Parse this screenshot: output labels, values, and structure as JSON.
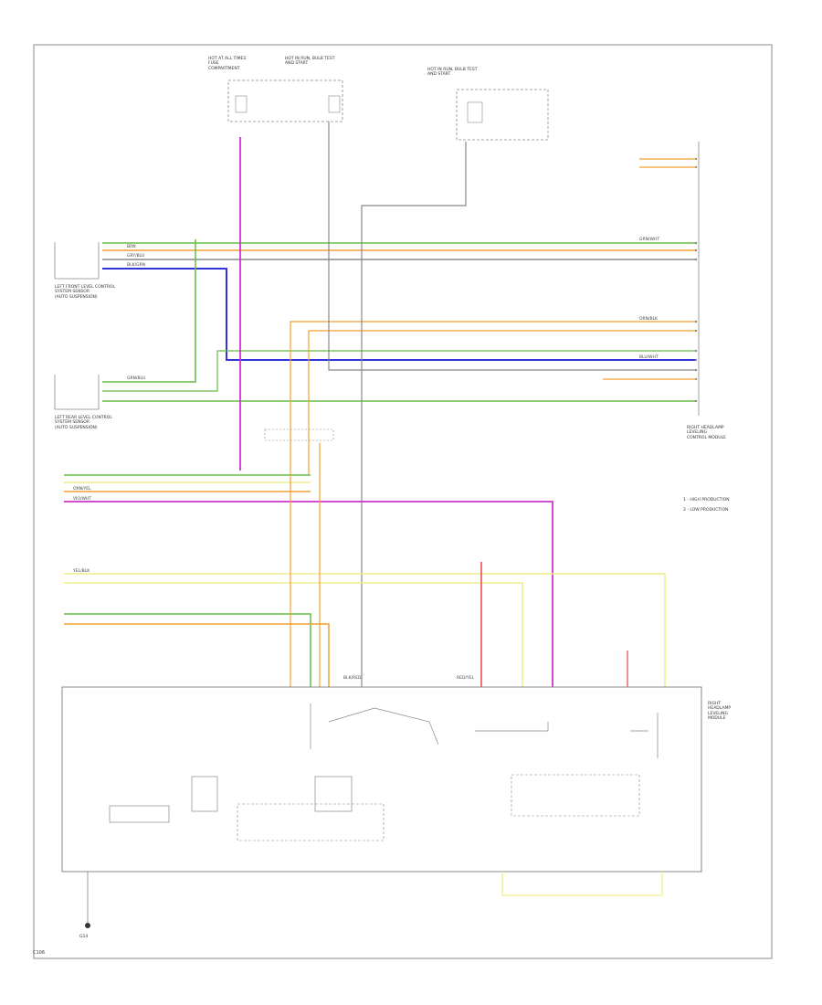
{
  "diagram": {
    "border_color": "#888888",
    "wire_colors": {
      "violet": "#cc33cc",
      "gray": "#888888",
      "orange": "#f0a030",
      "green": "#66bb44",
      "blue": "#3333dd",
      "yellow": "#eeee88",
      "red": "#ee4444",
      "dark": "#555555"
    },
    "labels": {
      "fuse_a": "HOT AT ALL TIMES\nFUSE\nCOMPARTMENT",
      "fuse_b": "HOT IN RUN, BULB TEST\nAND START",
      "fuse_c": "HOT IN RUN, BULB TEST\nAND START",
      "front_left_sensor": "LEFT FRONT LEVEL CONTROL\nSYSTEM SENSOR\n(AUTO SUSPENSION)",
      "rear_left_sensor": "LEFT REAR LEVEL CONTROL\nSYSTEM SENSOR\n(AUTO SUSPENSION)",
      "right_connector": "RIGHT HEADLAMP\nLEVELING\nCONTROL MODULE",
      "note_1": "1 - HIGH PRODUCTION",
      "note_2": "2 - LOW PRODUCTION",
      "headlamp_module": "RIGHT\nHEADLAMP\nLEVELING\nMODULE",
      "ground": "G14",
      "corner_code": "C106"
    },
    "wire_codes": [
      "BRN",
      "GRY/BLU",
      "BLK/GRN",
      "GRN/BLU",
      "VIO/WHT",
      "ORN/YEL",
      "YEL/BLK",
      "RED/YEL",
      "BLK/RED",
      "GRN/WHT",
      "ORN/BLK",
      "BLU/WHT"
    ]
  }
}
